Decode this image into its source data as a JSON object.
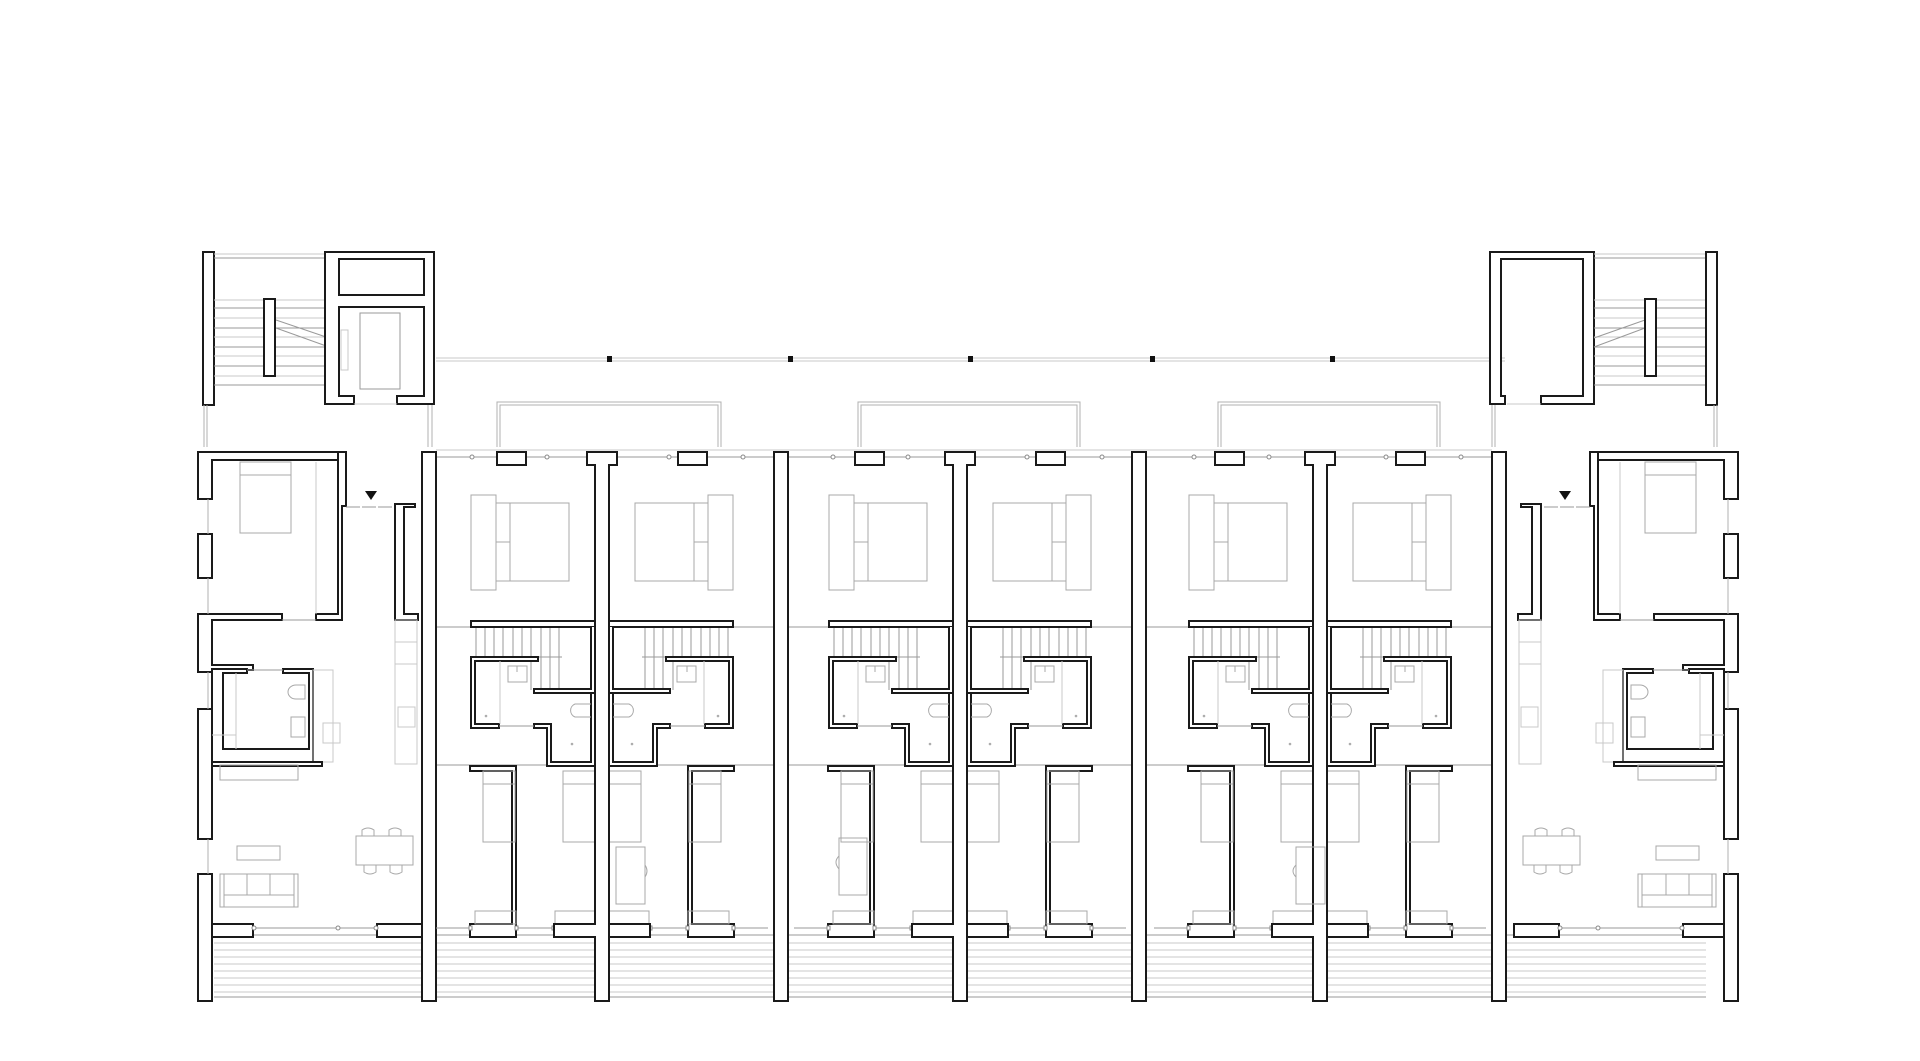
{
  "drawing": {
    "type": "architectural-floor-plan",
    "title": "",
    "background": "#ffffff",
    "wall_color": "#1a1a1a",
    "furniture_color": "#a8a8a8",
    "visible_text": []
  },
  "plan": {
    "stair_towers": [
      {
        "side": "left",
        "contains": [
          "stair",
          "elevator",
          "shaft"
        ]
      },
      {
        "side": "right",
        "contains": [
          "stair",
          "shaft"
        ]
      }
    ],
    "end_units": [
      {
        "side": "left",
        "rooms": [
          "bedroom",
          "bathroom",
          "kitchen",
          "living-dining"
        ],
        "entry_marker": "triangle-down"
      },
      {
        "side": "right",
        "rooms": [
          "bedroom",
          "bathroom",
          "kitchen",
          "living-dining"
        ],
        "entry_marker": "triangle-down"
      }
    ],
    "terrace_modules": [
      {
        "id": 1,
        "units": 2,
        "rooms_per_unit": [
          "bedroom",
          "stair",
          "bathroom",
          "study"
        ]
      },
      {
        "id": 2,
        "units": 2,
        "rooms_per_unit": [
          "bedroom",
          "stair",
          "bathroom",
          "study"
        ]
      },
      {
        "id": 3,
        "units": 2,
        "rooms_per_unit": [
          "bedroom",
          "stair",
          "bathroom",
          "study"
        ]
      }
    ],
    "balcony_count": 3,
    "gallery_markers": 5,
    "terrace_strip": "south"
  }
}
